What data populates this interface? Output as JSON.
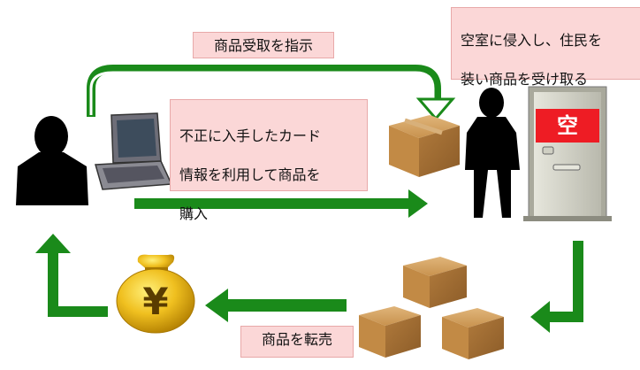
{
  "labels": {
    "instruct": "商品受取を指示",
    "vacant_line1": "空室に侵入し、住民を",
    "vacant_line2": "装い商品を受け取る",
    "fraud_line1": "不正に入手したカード",
    "fraud_line2": "情報を利用して商品を",
    "fraud_line3": "購入",
    "resell": "商品を転売",
    "door_sign": "空",
    "yen": "¥"
  },
  "colors": {
    "arrow_green": "#1a8a1a",
    "label_bg": "#fbd7d7",
    "sign_red": "#ee1c24",
    "coin_gold": "#d4a017",
    "box_brown": "#c8924e"
  }
}
